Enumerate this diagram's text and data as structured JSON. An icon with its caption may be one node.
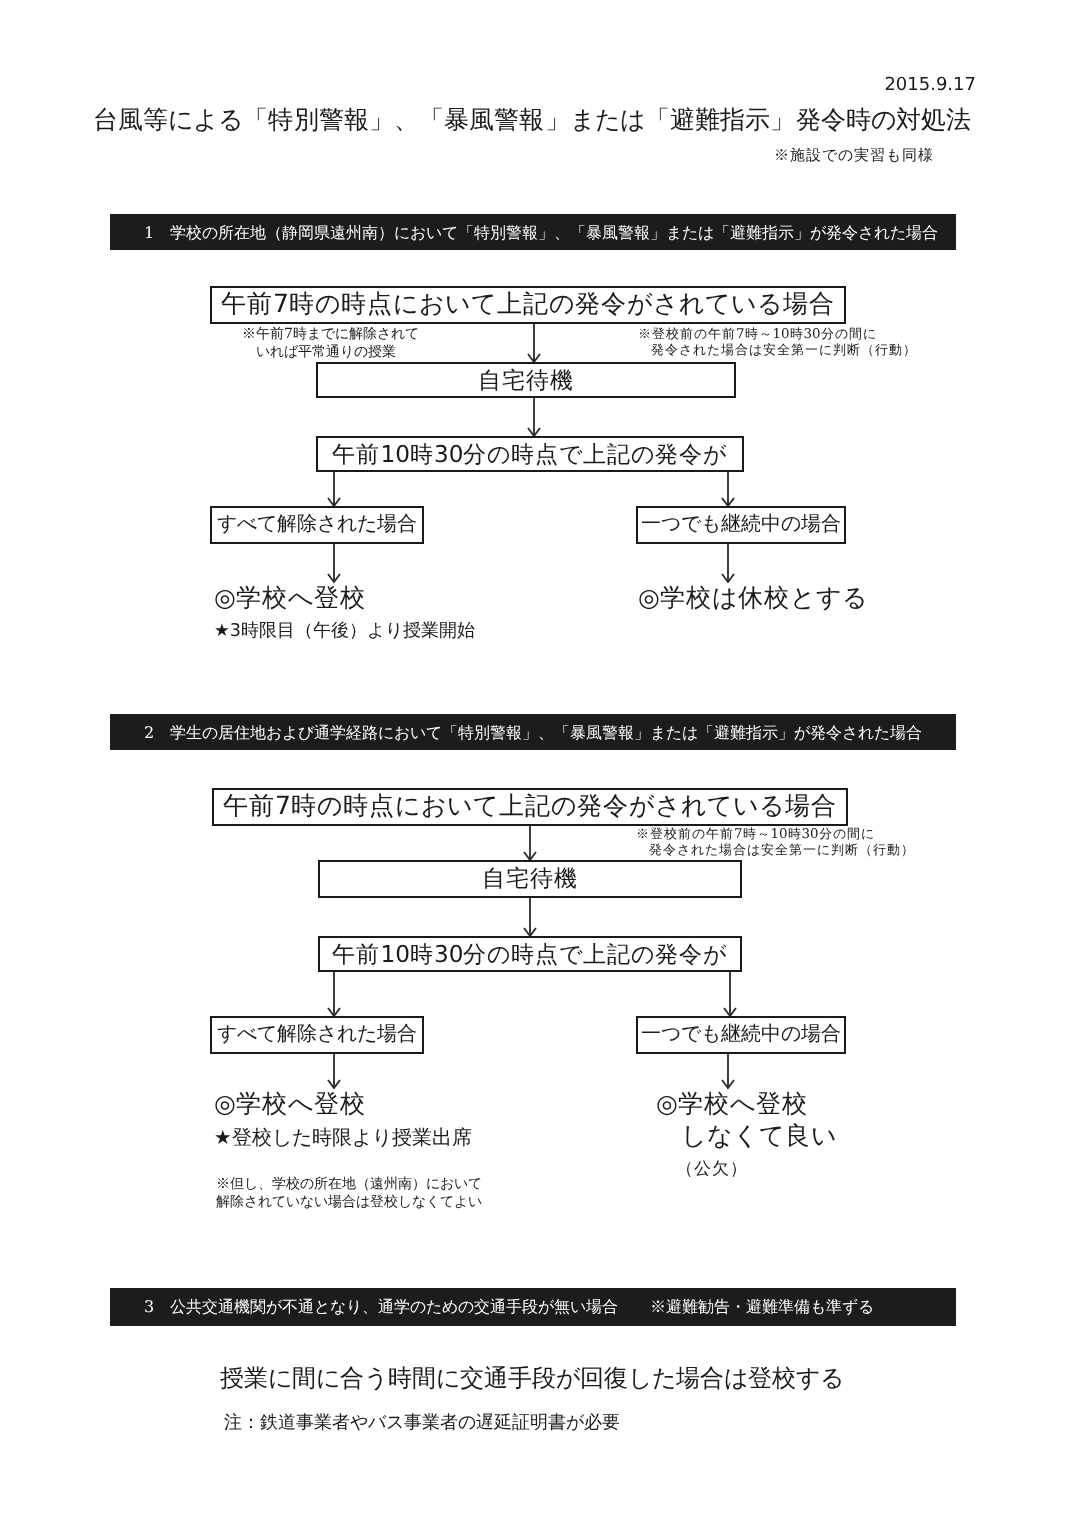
{
  "diagram": {
    "title": "台風等による「特別警報」、「暴風警報」または「避難指示」発令時の対処法",
    "nodes": [
      {
        "text": [
          "1　学校の所在地（静岡県遠州南）において「特別警報」、「暴風警報」または「避難指示」が発令された場合"
        ]
      },
      {
        "text": [
          "午前7時の時点において上記の発令がされている場合"
        ]
      },
      {
        "text": [
          "自宅待機"
        ]
      },
      {
        "text": [
          "午前10時30分の時点で上記の発令が"
        ]
      },
      {
        "text": [
          "すべて解除された場合"
        ]
      },
      {
        "text": [
          "一つでも継続中の場合"
        ]
      },
      {
        "text": [
          "◎学校へ登校",
          "★3時限目（午後）より授業開始"
        ]
      },
      {
        "text": [
          "◎学校は休校とする"
        ]
      },
      {
        "text": [
          "2　学生の居住地および通学経路において「特別警報」、「暴風警報」または「避難指示」が発令された場合"
        ]
      },
      {
        "text": [
          "午前7時の時点において上記の発令がされている場合"
        ]
      },
      {
        "text": [
          "自宅待機"
        ]
      },
      {
        "text": [
          "午前10時30分の時点で上記の発令が"
        ]
      },
      {
        "text": [
          "すべて解除された場合"
        ]
      },
      {
        "text": [
          "一つでも継続中の場合"
        ]
      },
      {
        "text": [
          "◎学校へ登校",
          "★登校した時限より授業出席"
        ]
      },
      {
        "text": [
          "◎学校へ登校しなくて良い",
          "（公欠）"
        ]
      },
      {
        "text": [
          "3　公共交通機関が不通となり、通学のための交通手段が無い場合　　※避難勧告・避難準備も準ずる"
        ]
      }
    ],
    "edges": [
      {
        "from": 1,
        "to": 2,
        "arrow": "to"
      },
      {
        "from": 2,
        "to": 3,
        "arrow": "to"
      },
      {
        "from": 3,
        "to": 4,
        "arrow": "to"
      },
      {
        "from": 3,
        "to": 5,
        "arrow": "to"
      },
      {
        "from": 4,
        "to": 6,
        "arrow": "to"
      },
      {
        "from": 5,
        "to": 7,
        "arrow": "to"
      },
      {
        "from": 9,
        "to": 10,
        "arrow": "to"
      },
      {
        "from": 10,
        "to": 11,
        "arrow": "to"
      },
      {
        "from": 11,
        "to": 12,
        "arrow": "to"
      },
      {
        "from": 11,
        "to": 13,
        "arrow": "to"
      },
      {
        "from": 12,
        "to": 14,
        "arrow": "to"
      },
      {
        "from": 13,
        "to": 15,
        "arrow": "to"
      }
    ],
    "labels": [
      "2015.9.17",
      "※施設での実習も同様",
      "※午前7時までに解除されていれば平常通りの授業",
      "※登校前の午前7時～10時30分の間に発令された場合は安全第一に判断（行動）",
      "※登校前の午前7時～10時30分の間に発令された場合は安全第一に判断（行動）",
      "※但し、学校の所在地（遠州南）において解除されていない場合は登校しなくてよい",
      "授業に間に合う時間に交通手段が回復した場合は登校する",
      "注：鉄道事業者やバス事業者の遅延証明書が必要"
    ]
  }
}
